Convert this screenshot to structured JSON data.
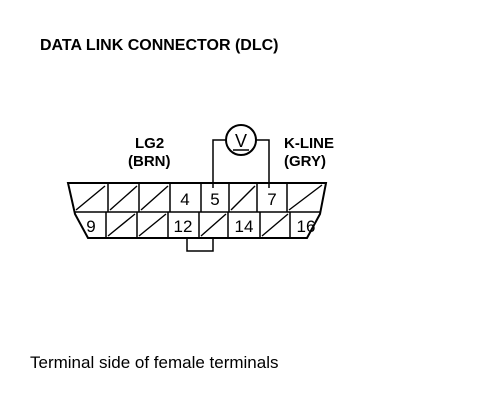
{
  "title": "DATA LINK CONNECTOR (DLC)",
  "labels": {
    "lg2_name": "LG2",
    "lg2_color": "(BRN)",
    "kline_name": "K-LINE",
    "kline_color": "(GRY)"
  },
  "meter": {
    "icon": "voltmeter-icon",
    "symbol": "V"
  },
  "pins": {
    "top": [
      "4",
      "5",
      "7"
    ],
    "bottom": [
      "9",
      "12",
      "14",
      "16"
    ]
  },
  "caption": "Terminal side of female terminals"
}
